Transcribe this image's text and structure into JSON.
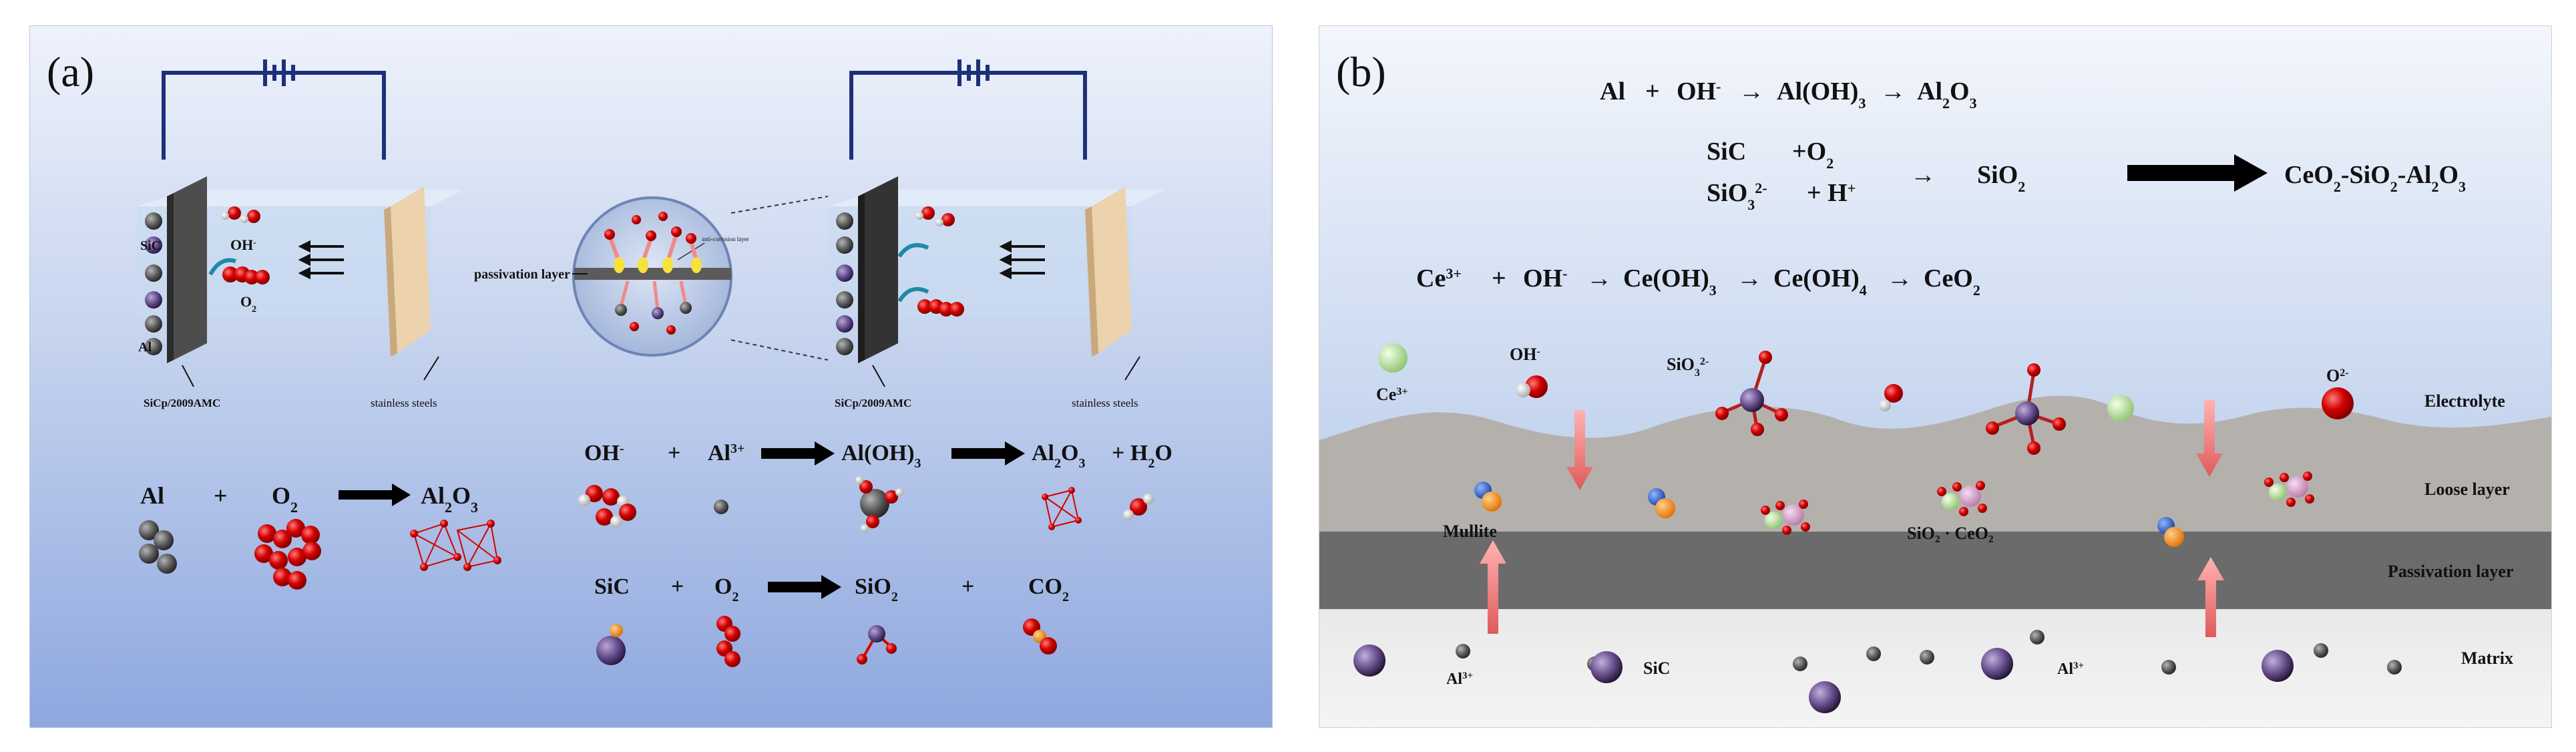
{
  "panel_a": {
    "label": "(a)",
    "oh": "OH",
    "oh_sup": "-",
    "o": "O",
    "o_sub": "2",
    "sic_label": "SiC",
    "al_label": "Al",
    "left_electrode": "SiCp/2009AMC",
    "left_electrode_2": "SiCp/2009AMC",
    "right_electrode": "stainless steels",
    "right_electrode_2": "stainless steels",
    "passivation_layer": "passivation layer",
    "reaction1": {
      "al": "Al",
      "plus": "+",
      "o": "O",
      "o_sub": "2",
      "al2": "Al",
      "al2_sub": "2",
      "o3": "O",
      "o3_sub": "3"
    },
    "reaction2": {
      "oh": "OH",
      "oh_sup": "-",
      "plus": "+",
      "al": "Al",
      "al_sup": "3+",
      "aloh": "Al(OH)",
      "aloh_sub": "3",
      "al2": "Al",
      "al2_sub": "2",
      "o3": "O",
      "o3_sub": "3",
      "plus2": "+ H",
      "h_sub": "2",
      "o": "O"
    },
    "reaction3": {
      "sic": "SiC",
      "plus": "+",
      "o": "O",
      "o_sub": "2",
      "sio": "SiO",
      "sio_sub": "2",
      "plus2": "+",
      "co": "CO",
      "co_sub": "2"
    }
  },
  "panel_b": {
    "label": "(b)",
    "eq1": {
      "al": "Al",
      "plus": "+",
      "oh": "OH",
      "oh_sup": "-",
      "arrow": "→",
      "aloh": "Al(OH)",
      "aloh_sub": "3",
      "arrow2": "→",
      "al2": "Al",
      "al2_sub": "2",
      "o3": "O",
      "o3_sub": "3"
    },
    "eq2": {
      "sic": "SiC",
      "o2": "+O",
      "o2_sub": "2",
      "sio3": "SiO",
      "sio3_sub": "3",
      "sio3_sup": "2-",
      "h": "+ H",
      "h_sup": "+",
      "arrow": "→",
      "sio2": "SiO",
      "sio2_sub": "2",
      "product": "CeO",
      "product_sub1": "2",
      "product_mid": "-SiO",
      "product_sub2": "2",
      "product_end": "-Al",
      "product_sub3": "2",
      "product_o": "O",
      "product_sub4": "3"
    },
    "eq3": {
      "ce": "Ce",
      "ce_sup": "3+",
      "plus": "+",
      "oh": "OH",
      "oh_sup": "-",
      "arrow": "→",
      "ceoh3": "Ce(OH)",
      "ceoh3_sub": "3",
      "arrow2": "→",
      "ceoh4": "Ce(OH)",
      "ceoh4_sub": "4",
      "arrow3": "→",
      "ceo2": "CeO",
      "ceo2_sub": "2"
    },
    "oh_label": "OH",
    "oh_sup": "-",
    "ce_label": "Ce",
    "ce_sup": "3+",
    "sio3_label": "SiO",
    "sio3_sub": "3",
    "sio3_sup": "2-",
    "o2_label": "O",
    "o2_sup": "2-",
    "mullite": "Mullite",
    "sio2_ceo2": "SiO₂ · CeO₂",
    "al3_1": "Al",
    "al3_1_sup": "3+",
    "al3_2": "Al",
    "al3_2_sup": "3+",
    "sic_label": "SiC",
    "layers": {
      "electrolyte": "Electrolyte",
      "loose": "Loose layer",
      "passivation": "Passivation layer",
      "matrix": "Matrix"
    }
  },
  "colors": {
    "oxygen": "#d40000",
    "hydrogen": "#f0f0f0",
    "aluminum": "#555555",
    "silicon": "#6a4f8f",
    "cerium": "#b8dca0",
    "passivation": "#6b6b6b",
    "loose": "#b4b1ad"
  }
}
